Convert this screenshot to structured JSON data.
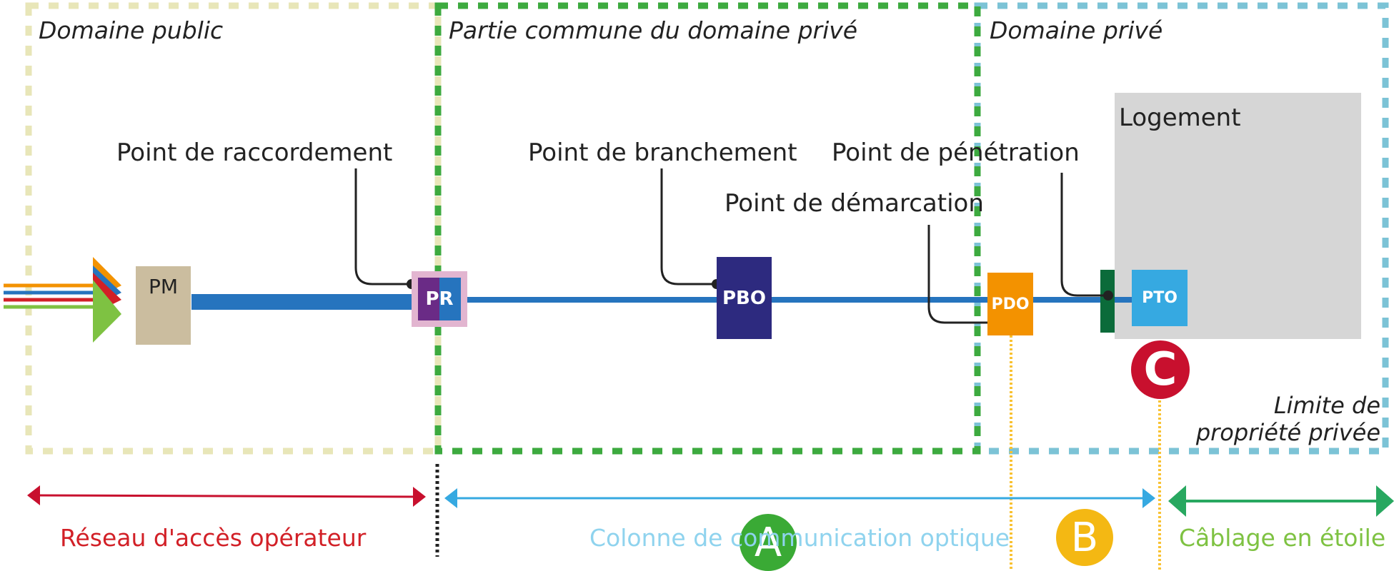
{
  "zones": {
    "public": "Domaine public",
    "common": "Partie commune du domaine privé",
    "private": "Domaine privé"
  },
  "logement": "Logement",
  "points": {
    "raccordement": "Point de raccordement",
    "branchement": "Point de branchement",
    "penetration": "Point de pénétration",
    "demarcation": "Point de démarcation"
  },
  "boxes": {
    "pm": "PM",
    "pr": "PR",
    "pbo": "PBO",
    "pdo": "PDO",
    "pto": "PTO"
  },
  "limit": {
    "line1": "Limite de",
    "line2": "propriété privée"
  },
  "segments": {
    "operator": "Réseau d'accès opérateur",
    "column": "Colonne de communication optique",
    "star": "Câblage en étoile"
  },
  "markers": {
    "a": "A",
    "b": "B",
    "c": "C"
  },
  "colors": {
    "zone_public": "#e8e6b8",
    "zone_common": "#3daa3f",
    "zone_private": "#7cc3d6",
    "main_cable": "#2674be",
    "pm_box": "#cbbd9f",
    "pr_outer": "#e2b5d0",
    "pr_left": "#6a2b86",
    "pbo_box": "#2d2a7f",
    "pdo_box": "#f39200",
    "pto_box": "#36a9e1",
    "pen_bar": "#0b6b3a",
    "logement_bg": "#d6d6d6",
    "operator_text": "#d22027",
    "column_text": "#8fd3ee",
    "star_text": "#7ec242",
    "marker_a": "#3aaa35",
    "marker_b": "#f4b813",
    "marker_c": "#c8102e",
    "dotted_yellow": "#f9c232",
    "arrow_red": "#c8102e",
    "arrow_blue": "#36a9e1",
    "arrow_green": "#28a860"
  }
}
